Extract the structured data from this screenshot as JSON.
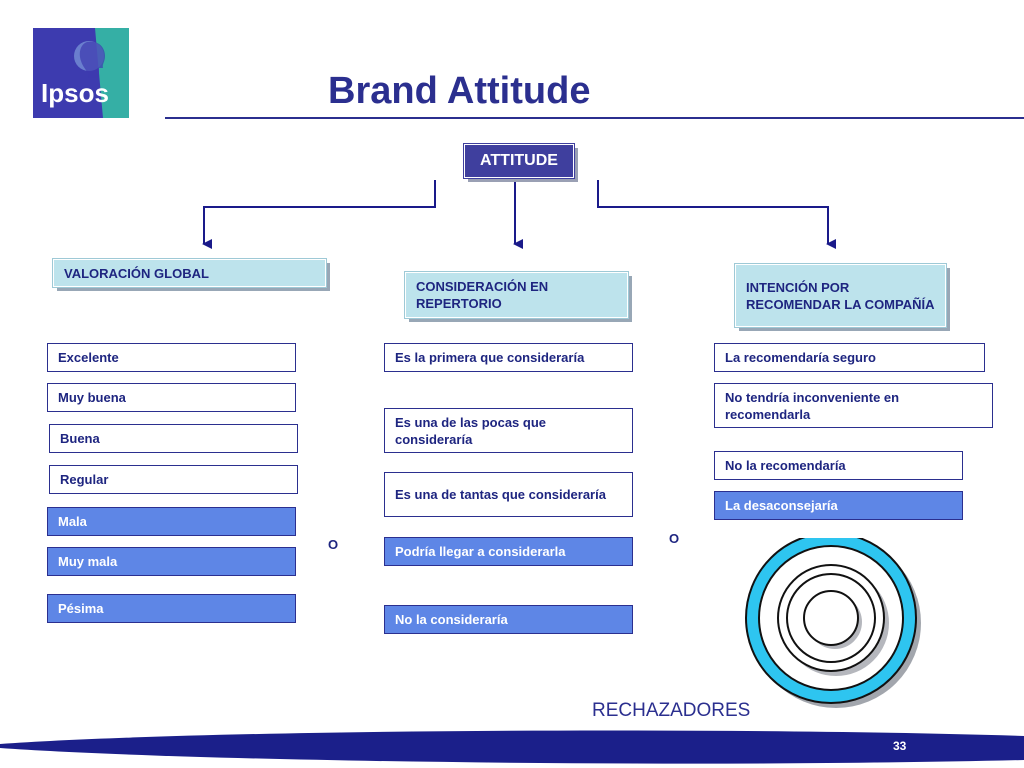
{
  "logo": {
    "text": "Ipsos",
    "colors": {
      "blue": "#3D3BAF",
      "teal": "#35AFA5"
    }
  },
  "header": {
    "title": "Brand Attitude"
  },
  "diagram": {
    "root": "ATTITUDE",
    "columns": [
      {
        "category": "VALORACIÓN GLOBAL",
        "options": [
          {
            "label": "Excelente",
            "negative": false
          },
          {
            "label": "Muy buena",
            "negative": false
          },
          {
            "label": "Buena",
            "negative": false
          },
          {
            "label": "Regular",
            "negative": false
          },
          {
            "label": "Mala",
            "negative": true
          },
          {
            "label": "Muy mala",
            "negative": true
          },
          {
            "label": "Pésima",
            "negative": true
          }
        ]
      },
      {
        "category": "CONSIDERACIÓN EN REPERTORIO",
        "options": [
          {
            "label": "Es la primera que consideraría",
            "negative": false
          },
          {
            "label": "Es una de las pocas que consideraría",
            "negative": false
          },
          {
            "label": "Es una de tantas que consideraría",
            "negative": false
          },
          {
            "label": "Podría llegar a considerarla",
            "negative": true
          },
          {
            "label": "No la consideraría",
            "negative": true
          }
        ]
      },
      {
        "category": "INTENCIÓN POR RECOMENDAR LA COMPAÑÍA",
        "options": [
          {
            "label": "La recomendaría seguro",
            "negative": false
          },
          {
            "label": "No tendría inconveniente en recomendarla",
            "negative": false
          },
          {
            "label": "No la recomendaría",
            "negative": false
          },
          {
            "label": "La desaconsejaría",
            "negative": true
          }
        ]
      }
    ],
    "separator": "O",
    "target_label": "RECHAZADORES",
    "colors": {
      "dark_blue": "#2B2F8F",
      "negative_fill": "#5E86E6",
      "category_fill": "#BDE3EC",
      "target_cyan": "#2EC5F0"
    }
  },
  "footer": {
    "page_number": "33"
  }
}
